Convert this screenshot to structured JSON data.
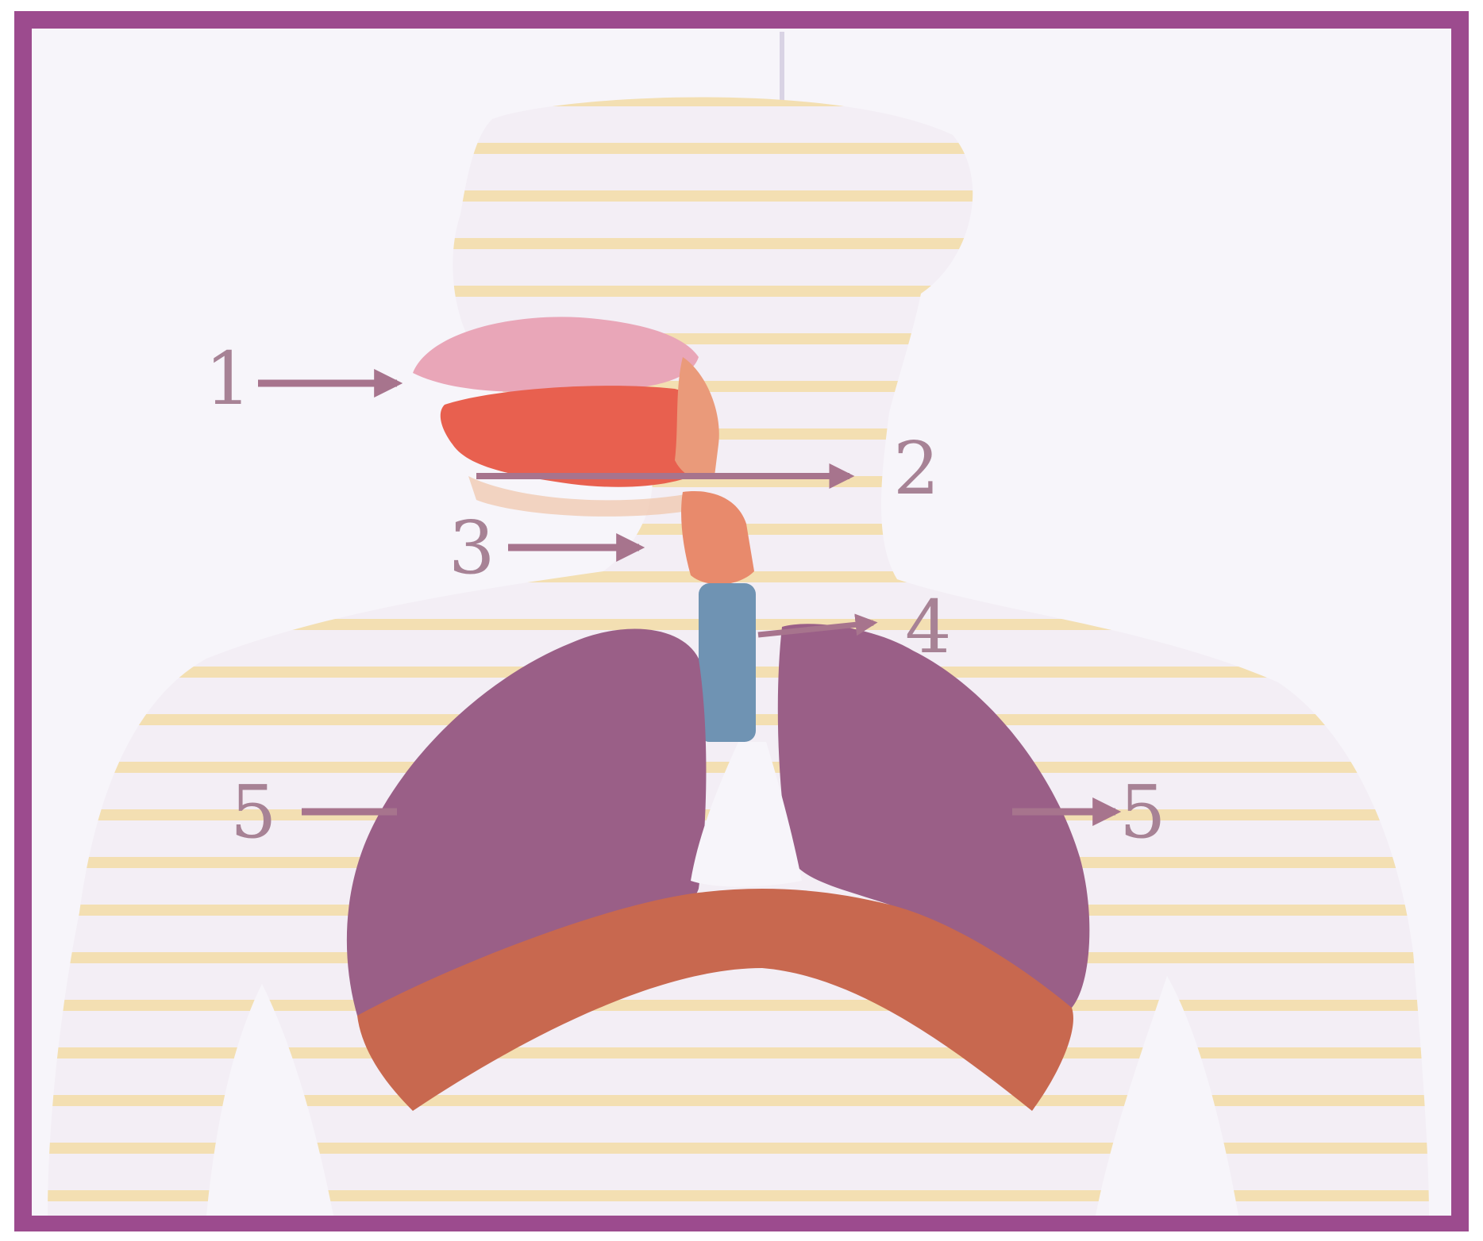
{
  "diagram": {
    "labels": [
      {
        "id": "label-1",
        "text": "1"
      },
      {
        "id": "label-2",
        "text": "2"
      },
      {
        "id": "label-3",
        "text": "3"
      },
      {
        "id": "label-4",
        "text": "4"
      },
      {
        "id": "label-5-left",
        "text": "5"
      },
      {
        "id": "label-5-right",
        "text": "5"
      }
    ],
    "colors": {
      "frame": "#9c4b8e",
      "body_fill": "#f3eef5",
      "body_stripe": "#f2d37c",
      "nasal": "#e9a6b8",
      "mouth": "#e8604f",
      "larynx": "#e88a6c",
      "trachea": "#6f93b3",
      "lung": "#9a5f87",
      "diaphragm": "#c8684f",
      "arrow": "#a7748d"
    }
  }
}
